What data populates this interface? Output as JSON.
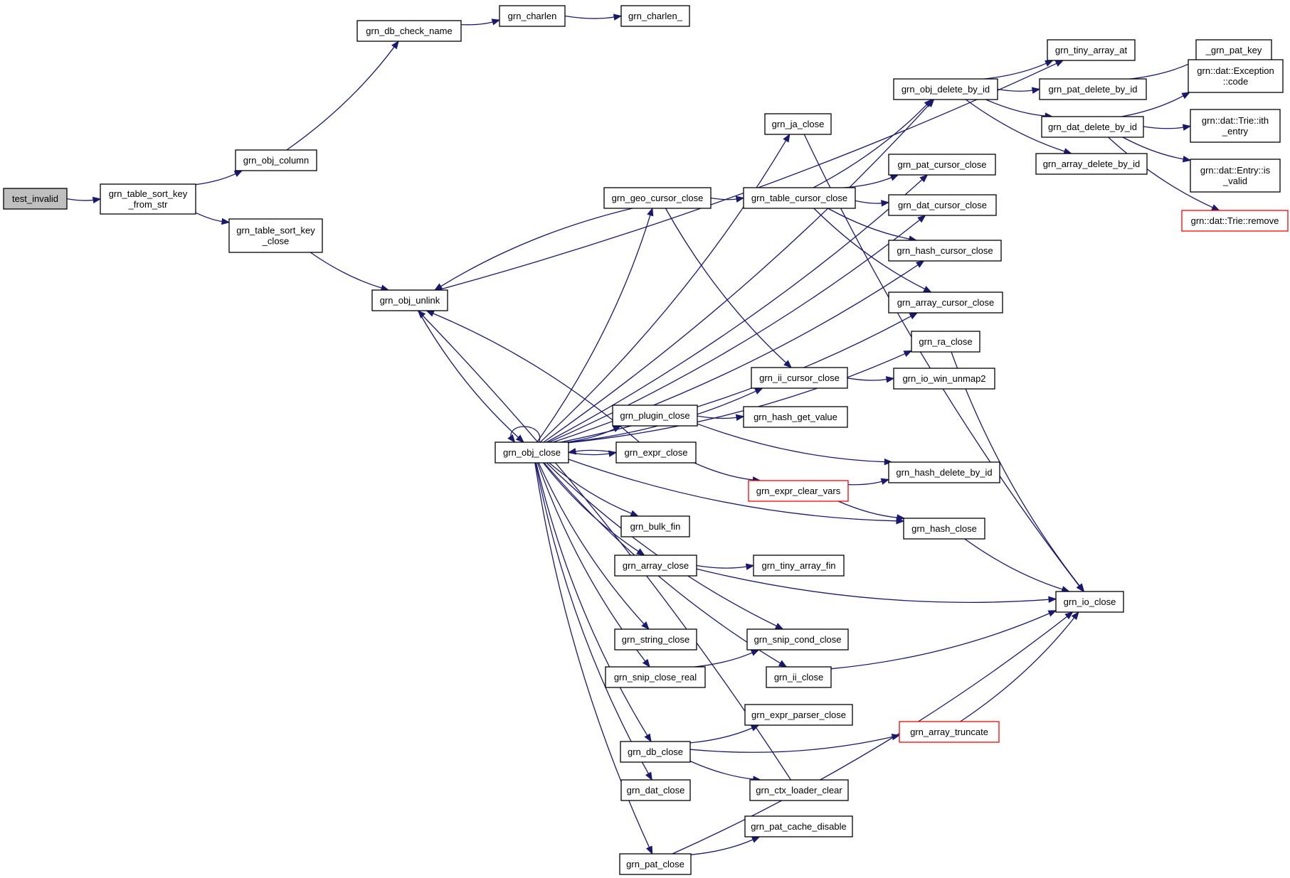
{
  "colors": {
    "edge": "#191970",
    "node_border": "#000000",
    "truncated_border": "#ff0000",
    "root_fill": "#bfbfbf",
    "node_fill": "#ffffff"
  },
  "nodes": {
    "test_invalid": {
      "lines": [
        "test_invalid"
      ],
      "root": true
    },
    "grn_table_sort_key_from_str": {
      "lines": [
        "grn_table_sort_key",
        "_from_str"
      ]
    },
    "grn_obj_column": {
      "lines": [
        "grn_obj_column"
      ]
    },
    "grn_table_sort_key_close": {
      "lines": [
        "grn_table_sort_key",
        "_close"
      ]
    },
    "grn_db_check_name": {
      "lines": [
        "grn_db_check_name"
      ]
    },
    "grn_charlen": {
      "lines": [
        "grn_charlen"
      ]
    },
    "grn_charlen_": {
      "lines": [
        "grn_charlen_"
      ]
    },
    "grn_obj_unlink": {
      "lines": [
        "grn_obj_unlink"
      ]
    },
    "grn_obj_close": {
      "lines": [
        "grn_obj_close"
      ]
    },
    "grn_tiny_array_at": {
      "lines": [
        "grn_tiny_array_at"
      ]
    },
    "grn_obj_delete_by_id": {
      "lines": [
        "grn_obj_delete_by_id"
      ]
    },
    "grn_ja_close": {
      "lines": [
        "grn_ja_close"
      ]
    },
    "grn_pat_cursor_close": {
      "lines": [
        "grn_pat_cursor_close"
      ]
    },
    "grn_geo_cursor_close": {
      "lines": [
        "grn_geo_cursor_close"
      ]
    },
    "grn_table_cursor_close": {
      "lines": [
        "grn_table_cursor_close"
      ]
    },
    "grn_dat_cursor_close": {
      "lines": [
        "grn_dat_cursor_close"
      ]
    },
    "grn_hash_cursor_close": {
      "lines": [
        "grn_hash_cursor_close"
      ]
    },
    "grn_array_cursor_close": {
      "lines": [
        "grn_array_cursor_close"
      ]
    },
    "grn_ra_close": {
      "lines": [
        "grn_ra_close"
      ]
    },
    "grn_ii_cursor_close": {
      "lines": [
        "grn_ii_cursor_close"
      ]
    },
    "grn_io_win_unmap2": {
      "lines": [
        "grn_io_win_unmap2"
      ]
    },
    "grn_plugin_close": {
      "lines": [
        "grn_plugin_close"
      ]
    },
    "grn_hash_get_value": {
      "lines": [
        "grn_hash_get_value"
      ]
    },
    "grn_expr_close": {
      "lines": [
        "grn_expr_close"
      ]
    },
    "grn_expr_clear_vars": {
      "lines": [
        "grn_expr_clear_vars"
      ],
      "truncated": true
    },
    "grn_hash_delete_by_id": {
      "lines": [
        "grn_hash_delete_by_id"
      ]
    },
    "grn_bulk_fin": {
      "lines": [
        "grn_bulk_fin"
      ]
    },
    "grn_hash_close": {
      "lines": [
        "grn_hash_close"
      ]
    },
    "grn_array_close": {
      "lines": [
        "grn_array_close"
      ]
    },
    "grn_tiny_array_fin": {
      "lines": [
        "grn_tiny_array_fin"
      ]
    },
    "grn_io_close": {
      "lines": [
        "grn_io_close"
      ]
    },
    "grn_string_close": {
      "lines": [
        "grn_string_close"
      ]
    },
    "grn_snip_cond_close": {
      "lines": [
        "grn_snip_cond_close"
      ]
    },
    "grn_snip_close_real": {
      "lines": [
        "grn_snip_close_real"
      ]
    },
    "grn_ii_close": {
      "lines": [
        "grn_ii_close"
      ]
    },
    "grn_expr_parser_close": {
      "lines": [
        "grn_expr_parser_close"
      ]
    },
    "grn_db_close": {
      "lines": [
        "grn_db_close"
      ]
    },
    "grn_array_truncate": {
      "lines": [
        "grn_array_truncate"
      ],
      "truncated": true
    },
    "grn_dat_close": {
      "lines": [
        "grn_dat_close"
      ]
    },
    "grn_ctx_loader_clear": {
      "lines": [
        "grn_ctx_loader_clear"
      ]
    },
    "grn_pat_cache_disable": {
      "lines": [
        "grn_pat_cache_disable"
      ]
    },
    "grn_pat_close": {
      "lines": [
        "grn_pat_close"
      ]
    },
    "grn_pat_delete_by_id": {
      "lines": [
        "grn_pat_delete_by_id"
      ]
    },
    "grn_dat_delete_by_id": {
      "lines": [
        "grn_dat_delete_by_id"
      ]
    },
    "grn_array_delete_by_id": {
      "lines": [
        "grn_array_delete_by_id"
      ]
    },
    "_grn_pat_key": {
      "lines": [
        "_grn_pat_key"
      ]
    },
    "grn_dat_exception_code": {
      "lines": [
        "grn::dat::Exception",
        "::code"
      ]
    },
    "grn_dat_trie_ith_entry": {
      "lines": [
        "grn::dat::Trie::ith",
        "_entry"
      ]
    },
    "grn_dat_entry_is_valid": {
      "lines": [
        "grn::dat::Entry::is",
        "_valid"
      ]
    },
    "grn_dat_trie_remove": {
      "lines": [
        "grn::dat::Trie::remove"
      ],
      "truncated": true
    }
  },
  "edges": [
    [
      "test_invalid",
      "grn_table_sort_key_from_str"
    ],
    [
      "grn_table_sort_key_from_str",
      "grn_obj_column"
    ],
    [
      "grn_table_sort_key_from_str",
      "grn_table_sort_key_close"
    ],
    [
      "grn_obj_column",
      "grn_db_check_name"
    ],
    [
      "grn_db_check_name",
      "grn_charlen"
    ],
    [
      "grn_charlen",
      "grn_charlen_"
    ],
    [
      "grn_table_sort_key_close",
      "grn_obj_unlink"
    ],
    [
      "grn_obj_unlink",
      "grn_tiny_array_at"
    ],
    [
      "grn_obj_unlink",
      "grn_obj_close"
    ],
    [
      "grn_obj_close",
      "grn_obj_close"
    ],
    [
      "grn_obj_close",
      "grn_obj_delete_by_id"
    ],
    [
      "grn_obj_close",
      "grn_ja_close"
    ],
    [
      "grn_obj_close",
      "grn_pat_cursor_close"
    ],
    [
      "grn_obj_close",
      "grn_geo_cursor_close"
    ],
    [
      "grn_obj_close",
      "grn_dat_cursor_close"
    ],
    [
      "grn_obj_close",
      "grn_hash_cursor_close"
    ],
    [
      "grn_obj_close",
      "grn_array_cursor_close"
    ],
    [
      "grn_obj_close",
      "grn_ra_close"
    ],
    [
      "grn_obj_close",
      "grn_ii_cursor_close"
    ],
    [
      "grn_obj_close",
      "grn_plugin_close"
    ],
    [
      "grn_obj_close",
      "grn_expr_close"
    ],
    [
      "grn_obj_close",
      "grn_hash_close"
    ],
    [
      "grn_obj_close",
      "grn_bulk_fin"
    ],
    [
      "grn_obj_close",
      "grn_array_close"
    ],
    [
      "grn_obj_close",
      "grn_string_close"
    ],
    [
      "grn_obj_close",
      "grn_snip_close_real"
    ],
    [
      "grn_obj_close",
      "grn_ii_close"
    ],
    [
      "grn_obj_close",
      "grn_db_close"
    ],
    [
      "grn_obj_close",
      "grn_dat_close"
    ],
    [
      "grn_obj_close",
      "grn_pat_close"
    ],
    [
      "grn_obj_close",
      "grn_snip_cond_close"
    ],
    [
      "grn_geo_cursor_close",
      "grn_table_cursor_close"
    ],
    [
      "grn_geo_cursor_close",
      "grn_obj_unlink"
    ],
    [
      "grn_geo_cursor_close",
      "grn_ii_cursor_close"
    ],
    [
      "grn_table_cursor_close",
      "grn_obj_delete_by_id"
    ],
    [
      "grn_table_cursor_close",
      "grn_pat_cursor_close"
    ],
    [
      "grn_table_cursor_close",
      "grn_dat_cursor_close"
    ],
    [
      "grn_table_cursor_close",
      "grn_hash_cursor_close"
    ],
    [
      "grn_table_cursor_close",
      "grn_array_cursor_close"
    ],
    [
      "grn_ja_close",
      "grn_io_close"
    ],
    [
      "grn_ra_close",
      "grn_io_close"
    ],
    [
      "grn_ii_cursor_close",
      "grn_io_win_unmap2"
    ],
    [
      "grn_plugin_close",
      "grn_hash_get_value"
    ],
    [
      "grn_plugin_close",
      "grn_hash_delete_by_id"
    ],
    [
      "grn_expr_close",
      "grn_obj_close"
    ],
    [
      "grn_expr_close",
      "grn_obj_unlink"
    ],
    [
      "grn_expr_close",
      "grn_expr_clear_vars"
    ],
    [
      "grn_expr_clear_vars",
      "grn_hash_delete_by_id"
    ],
    [
      "grn_expr_clear_vars",
      "grn_hash_close"
    ],
    [
      "grn_hash_close",
      "grn_io_close"
    ],
    [
      "grn_array_close",
      "grn_tiny_array_fin"
    ],
    [
      "grn_array_close",
      "grn_io_close"
    ],
    [
      "grn_snip_close_real",
      "grn_snip_cond_close"
    ],
    [
      "grn_ii_close",
      "grn_io_close"
    ],
    [
      "grn_db_close",
      "grn_expr_parser_close"
    ],
    [
      "grn_db_close",
      "grn_array_truncate"
    ],
    [
      "grn_db_close",
      "grn_ctx_loader_clear"
    ],
    [
      "grn_array_truncate",
      "grn_io_close"
    ],
    [
      "grn_ctx_loader_clear",
      "grn_obj_unlink"
    ],
    [
      "grn_pat_close",
      "grn_pat_cache_disable"
    ],
    [
      "grn_pat_close",
      "grn_io_close"
    ],
    [
      "grn_obj_delete_by_id",
      "grn_tiny_array_at"
    ],
    [
      "grn_obj_delete_by_id",
      "grn_pat_delete_by_id"
    ],
    [
      "grn_obj_delete_by_id",
      "grn_dat_delete_by_id"
    ],
    [
      "grn_obj_delete_by_id",
      "grn_array_delete_by_id"
    ],
    [
      "grn_pat_delete_by_id",
      "_grn_pat_key"
    ],
    [
      "grn_dat_delete_by_id",
      "grn_dat_exception_code"
    ],
    [
      "grn_dat_delete_by_id",
      "grn_dat_trie_ith_entry"
    ],
    [
      "grn_dat_delete_by_id",
      "grn_dat_entry_is_valid"
    ],
    [
      "grn_dat_delete_by_id",
      "grn_dat_trie_remove"
    ]
  ]
}
